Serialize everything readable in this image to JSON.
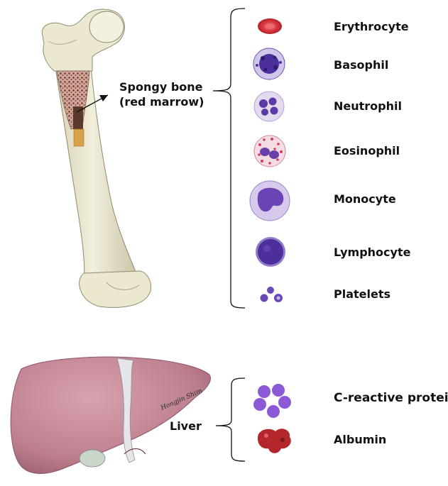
{
  "bone": {
    "label_line1": "Spongy bone",
    "label_line2": "(red marrow)"
  },
  "cells": [
    {
      "label": "Erythrocyte",
      "icon": "erythrocyte-icon"
    },
    {
      "label": "Basophil",
      "icon": "basophil-icon"
    },
    {
      "label": "Neutrophil",
      "icon": "neutrophil-icon"
    },
    {
      "label": "Eosinophil",
      "icon": "eosinophil-icon"
    },
    {
      "label": "Monocyte",
      "icon": "monocyte-icon"
    },
    {
      "label": "Lymphocyte",
      "icon": "lymphocyte-icon"
    },
    {
      "label": "Platelets",
      "icon": "platelets-icon"
    }
  ],
  "liver": {
    "label": "Liver",
    "signature": "Hongjin Shim",
    "products": [
      {
        "label": "C-reactive protein",
        "icon": "c-reactive-protein-icon"
      },
      {
        "label": "Albumin",
        "icon": "albumin-icon"
      }
    ]
  },
  "colors": {
    "bone": "#e9e4cc",
    "marrow": "#8a2a2a",
    "erythrocyte": "#d9363e",
    "nucleus": "#5b3aa6",
    "cytoplasm_light": "#ddd0ee",
    "eosinophil_granule": "#d33a5a",
    "liver": "#c58b98",
    "crp": "#8c5ad6",
    "albumin": "#b3262b"
  }
}
